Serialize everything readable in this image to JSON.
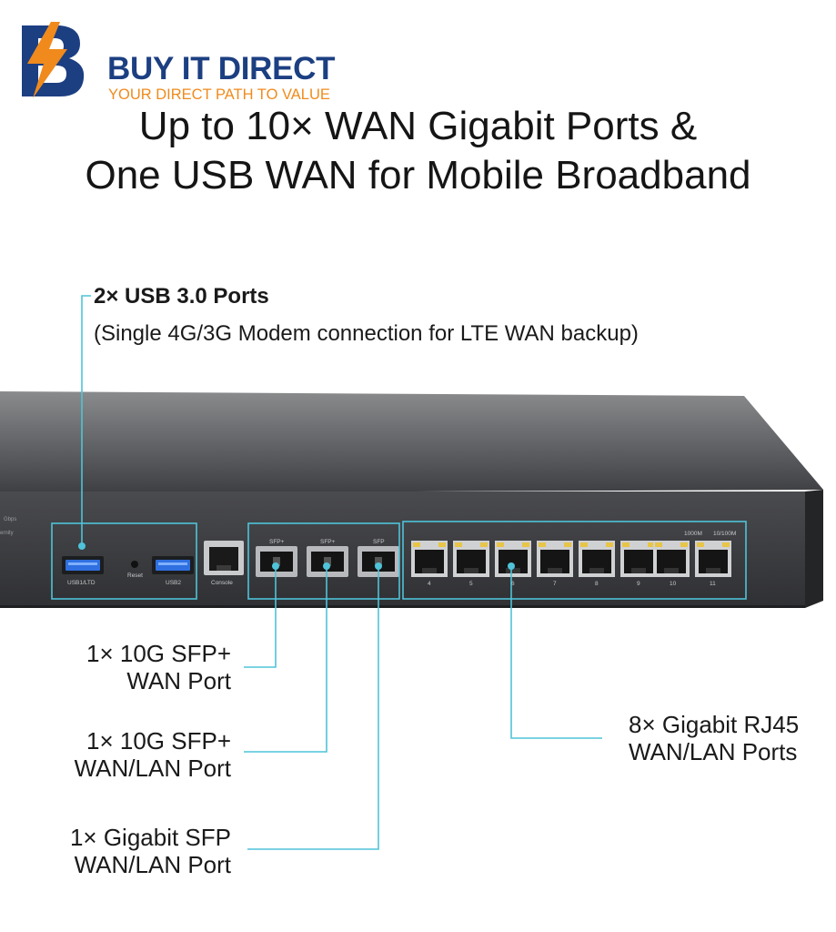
{
  "brand": {
    "name": "BUY IT DIRECT",
    "tagline": "YOUR DIRECT PATH TO VALUE",
    "logo_letter": "B",
    "primary_color": "#1c3f82",
    "accent_color": "#f08a1c"
  },
  "headline": {
    "line1": "Up to 10× WAN Gigabit Ports &",
    "line2": "One USB WAN for Mobile Broadband"
  },
  "usb_callout": {
    "title": "2× USB 3.0 Ports",
    "subtitle": "(Single 4G/3G Modem connection for LTE WAN backup)"
  },
  "callouts": {
    "sfp1": {
      "line1": "1× 10G SFP+",
      "line2": "WAN Port"
    },
    "sfp2": {
      "line1": "1× 10G SFP+",
      "line2": "WAN/LAN Port"
    },
    "sfp3": {
      "line1": "1× Gigabit SFP",
      "line2": "WAN/LAN Port"
    },
    "rj45": {
      "line1": "8× Gigabit RJ45",
      "line2": "WAN/LAN Ports"
    }
  },
  "device_labels": {
    "usb1": "USB1/LTD",
    "reset": "Reset",
    "usb2": "USB2",
    "console": "Console",
    "sfp_a": "SFP+",
    "sfp_b": "SFP+",
    "sfp_c": "SFP",
    "speed_1": "1000M",
    "speed_2": "10/100M",
    "port_numbers": [
      "4",
      "5",
      "6",
      "7",
      "8",
      "9",
      "10",
      "11"
    ]
  },
  "colors": {
    "highlight_line": "#4fc3d9",
    "chassis": "#3a3b3d",
    "usb_blue": "#2f6fe0",
    "port_led": "#e8c546"
  }
}
